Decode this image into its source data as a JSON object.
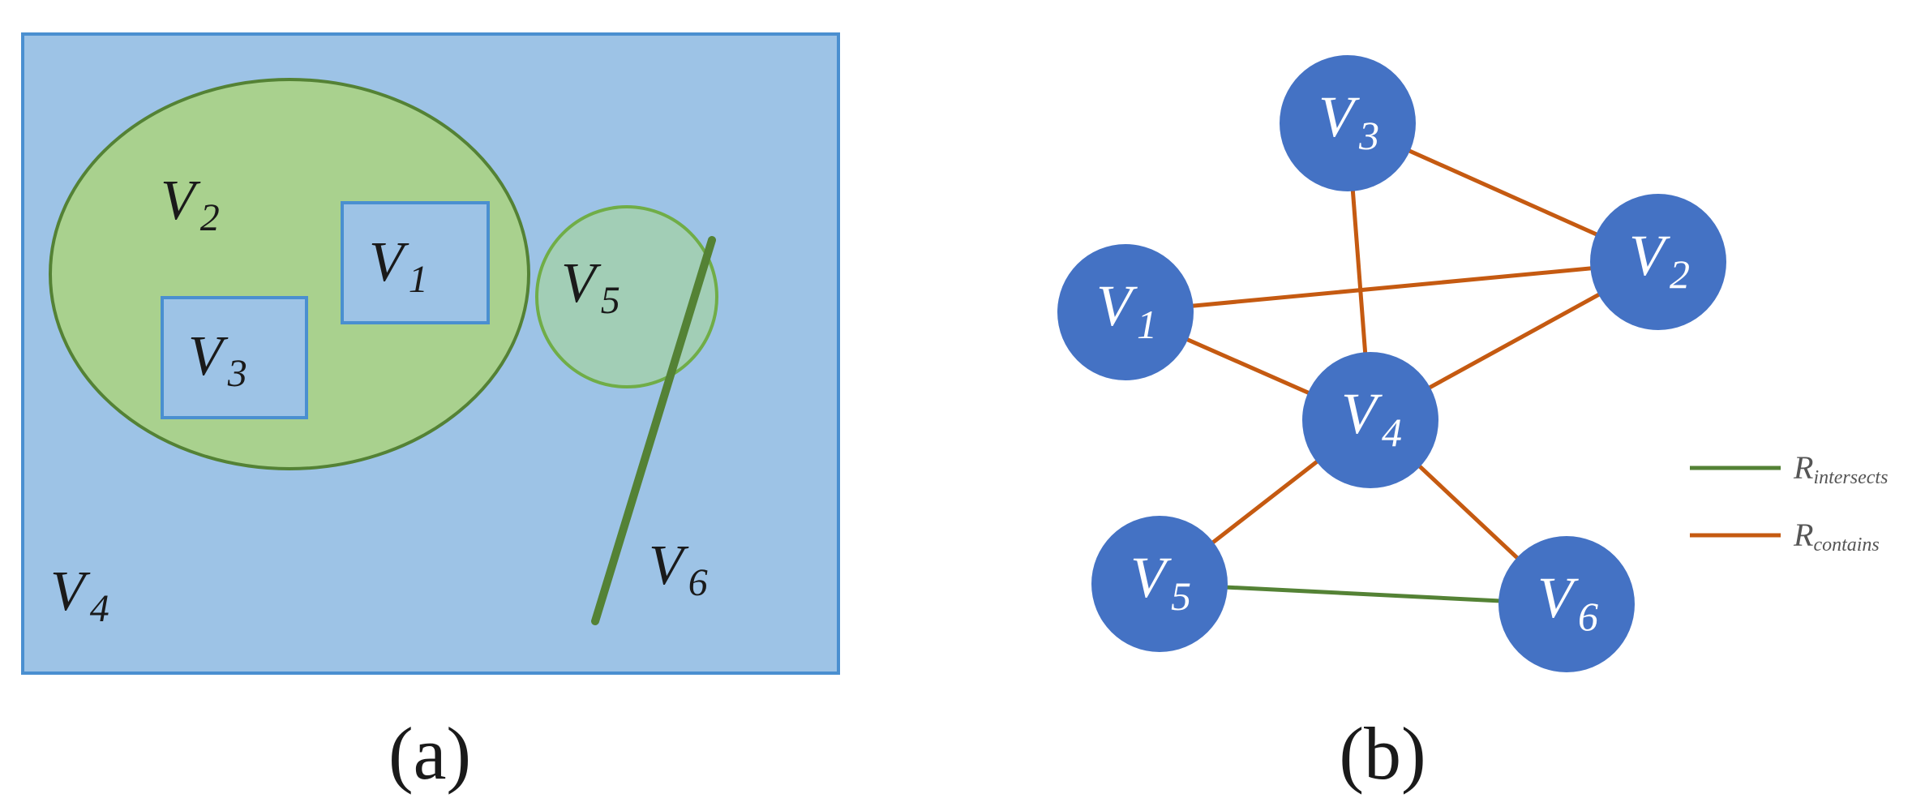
{
  "colors": {
    "region_fill": "#9dc3e6",
    "region_stroke": "#4a8fd0",
    "ellipse_fill": "#a9d18e",
    "ellipse_stroke": "#548235",
    "circle_fill": "#a3d0ad",
    "circle_stroke": "#70ad47",
    "line_green": "#548235",
    "node_fill": "#4472c4",
    "edge_contains": "#c55a11",
    "edge_intersects": "#548235"
  },
  "panel_a": {
    "caption": "(a)",
    "labels": {
      "v1": {
        "base": "V",
        "sub": "1"
      },
      "v2": {
        "base": "V",
        "sub": "2"
      },
      "v3": {
        "base": "V",
        "sub": "3"
      },
      "v4": {
        "base": "V",
        "sub": "4"
      },
      "v5": {
        "base": "V",
        "sub": "5"
      },
      "v6": {
        "base": "V",
        "sub": "6"
      }
    }
  },
  "panel_b": {
    "caption": "(b)",
    "nodes": [
      {
        "id": "V3",
        "base": "V",
        "sub": "3"
      },
      {
        "id": "V2",
        "base": "V",
        "sub": "2"
      },
      {
        "id": "V1",
        "base": "V",
        "sub": "1"
      },
      {
        "id": "V4",
        "base": "V",
        "sub": "4"
      },
      {
        "id": "V5",
        "base": "V",
        "sub": "5"
      },
      {
        "id": "V6",
        "base": "V",
        "sub": "6"
      }
    ],
    "edges": [
      {
        "from": "V3",
        "to": "V2",
        "relation": "contains"
      },
      {
        "from": "V3",
        "to": "V4",
        "relation": "contains"
      },
      {
        "from": "V1",
        "to": "V2",
        "relation": "contains"
      },
      {
        "from": "V1",
        "to": "V4",
        "relation": "contains"
      },
      {
        "from": "V2",
        "to": "V4",
        "relation": "contains"
      },
      {
        "from": "V4",
        "to": "V5",
        "relation": "contains"
      },
      {
        "from": "V4",
        "to": "V6",
        "relation": "contains"
      },
      {
        "from": "V5",
        "to": "V6",
        "relation": "intersects"
      }
    ],
    "legend": [
      {
        "relation": "intersects",
        "base": "R",
        "sub": "intersects"
      },
      {
        "relation": "contains",
        "base": "R",
        "sub": "contains"
      }
    ]
  }
}
